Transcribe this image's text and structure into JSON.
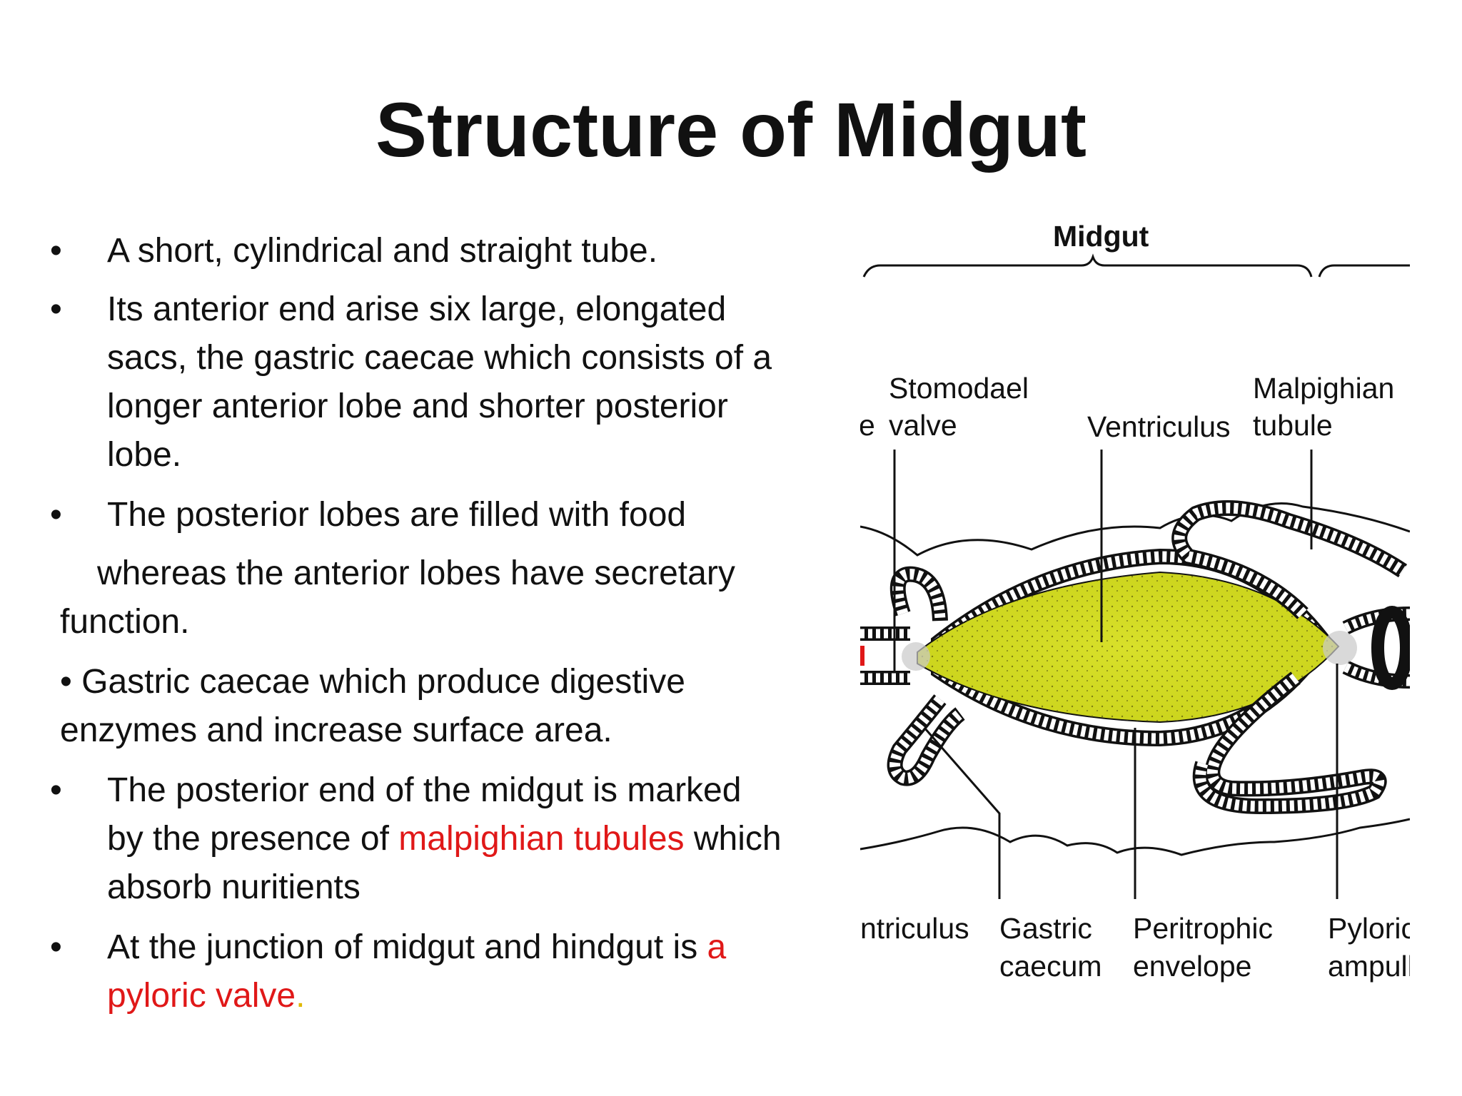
{
  "slide": {
    "title": "Structure of Midgut",
    "bullet_char": "•",
    "bullets": {
      "b1": "A short, cylindrical and straight tube.",
      "b2_l1": "Its anterior end arise six large, elongated",
      "b2_l2": "sacs, the gastric caecae which consists of a",
      "b2_l3": "longer anterior lobe and shorter posterior",
      "b2_l4": "lobe.",
      "b3_l1": "The posterior lobes are filled with food",
      "b3_l2": "whereas the anterior lobes have secretary",
      "b3_l3": "function.",
      "b4_l1": "• Gastric caecae which produce digestive",
      "b4_l2": "enzymes and increase surface area.",
      "b5_l1": "The posterior end of the midgut is marked",
      "b5_l2_a": "by the presence of ",
      "b5_l2_red": "malpighian tubules",
      "b5_l2_b": " which",
      "b5_l3": "absorb nuritients",
      "b6_l1_a": "At the junction of midgut and hindgut is ",
      "b6_l1_red": "a",
      "b6_l2_red": "pyloric valve",
      "b6_l2_yellow": "."
    }
  },
  "diagram": {
    "labels": {
      "midgut": "Midgut",
      "stomodael_1": "Stomodael",
      "stomodael_2": "valve",
      "ventriculus": "Ventriculus",
      "malpighian_1": "Malpighian",
      "malpighian_2": "tubule",
      "left_cut": "e",
      "proventriculus": "ntriculus",
      "gastric_1": "Gastric",
      "gastric_2": "caecum",
      "peritrophic_1": "Peritrophic",
      "peritrophic_2": "envelope",
      "pyloric_1": "Pyloric",
      "pyloric_2": "ampull"
    },
    "colors": {
      "food": "#d8e02a",
      "outline": "#111111",
      "highlight_red": "#e01818",
      "highlight_yellow": "#e0b800"
    }
  }
}
